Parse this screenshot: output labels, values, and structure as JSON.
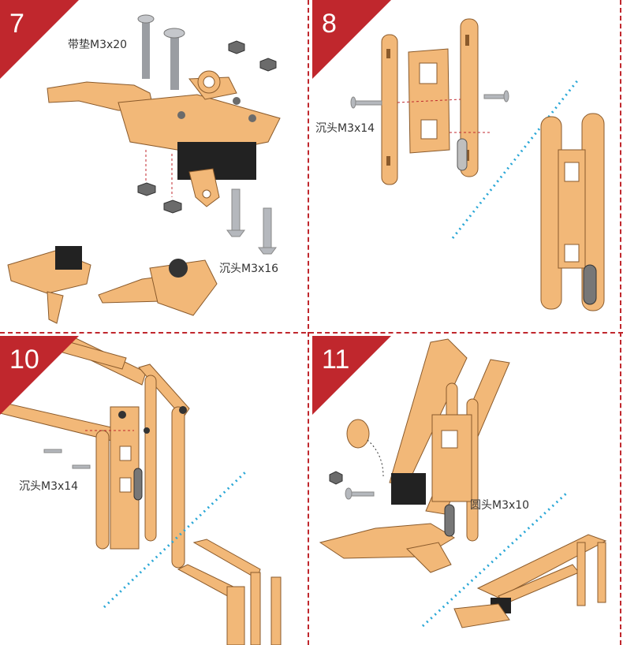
{
  "steps": [
    {
      "number": "7",
      "labels": {
        "screw_washer": "带垫M3x20",
        "screw_countersunk": "沉头M3x16"
      }
    },
    {
      "number": "8",
      "labels": {
        "screw_countersunk": "沉头M3x14"
      }
    },
    {
      "number": "10",
      "labels": {
        "screw_countersunk": "沉头M3x14"
      }
    },
    {
      "number": "11",
      "labels": {
        "screw_round": "圆头M3x10"
      }
    }
  ],
  "colors": {
    "wood": "#f2b878",
    "wood_edge": "#8a5a2b",
    "servo": "#222222",
    "nut": "#6b6b6b",
    "screw": "#b5b8bd",
    "divider": "#c0272d",
    "guide_line": "#2aa7d6"
  }
}
